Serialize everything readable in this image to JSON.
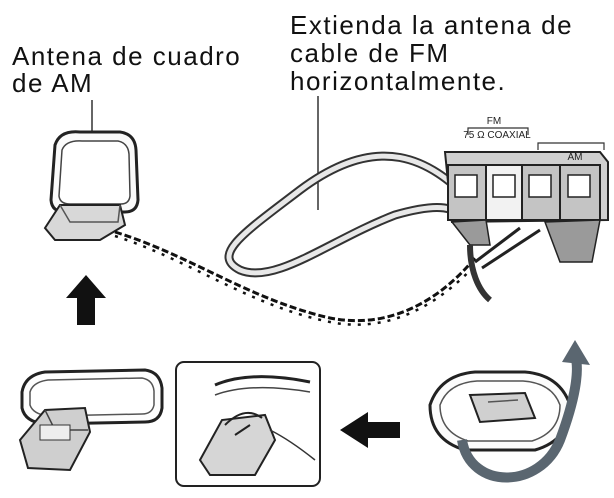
{
  "labels": {
    "am_loop_line1": "Antena de cuadro",
    "am_loop_line2": "de AM",
    "fm_wire_line1": "Extienda la antena de",
    "fm_wire_line2": "cable de FM",
    "fm_wire_line3": "horizontalmente."
  },
  "terminals": {
    "fm_label": "FM",
    "fm_impedance": "75 Ω COAXIAL",
    "am_label": "AM"
  },
  "colors": {
    "ink": "#111111",
    "line": "#333333",
    "panel": "#d8d8d8",
    "panel_dark": "#8a8a8a",
    "arrow": "#111111",
    "rotate_arrow": "#5a6670"
  }
}
